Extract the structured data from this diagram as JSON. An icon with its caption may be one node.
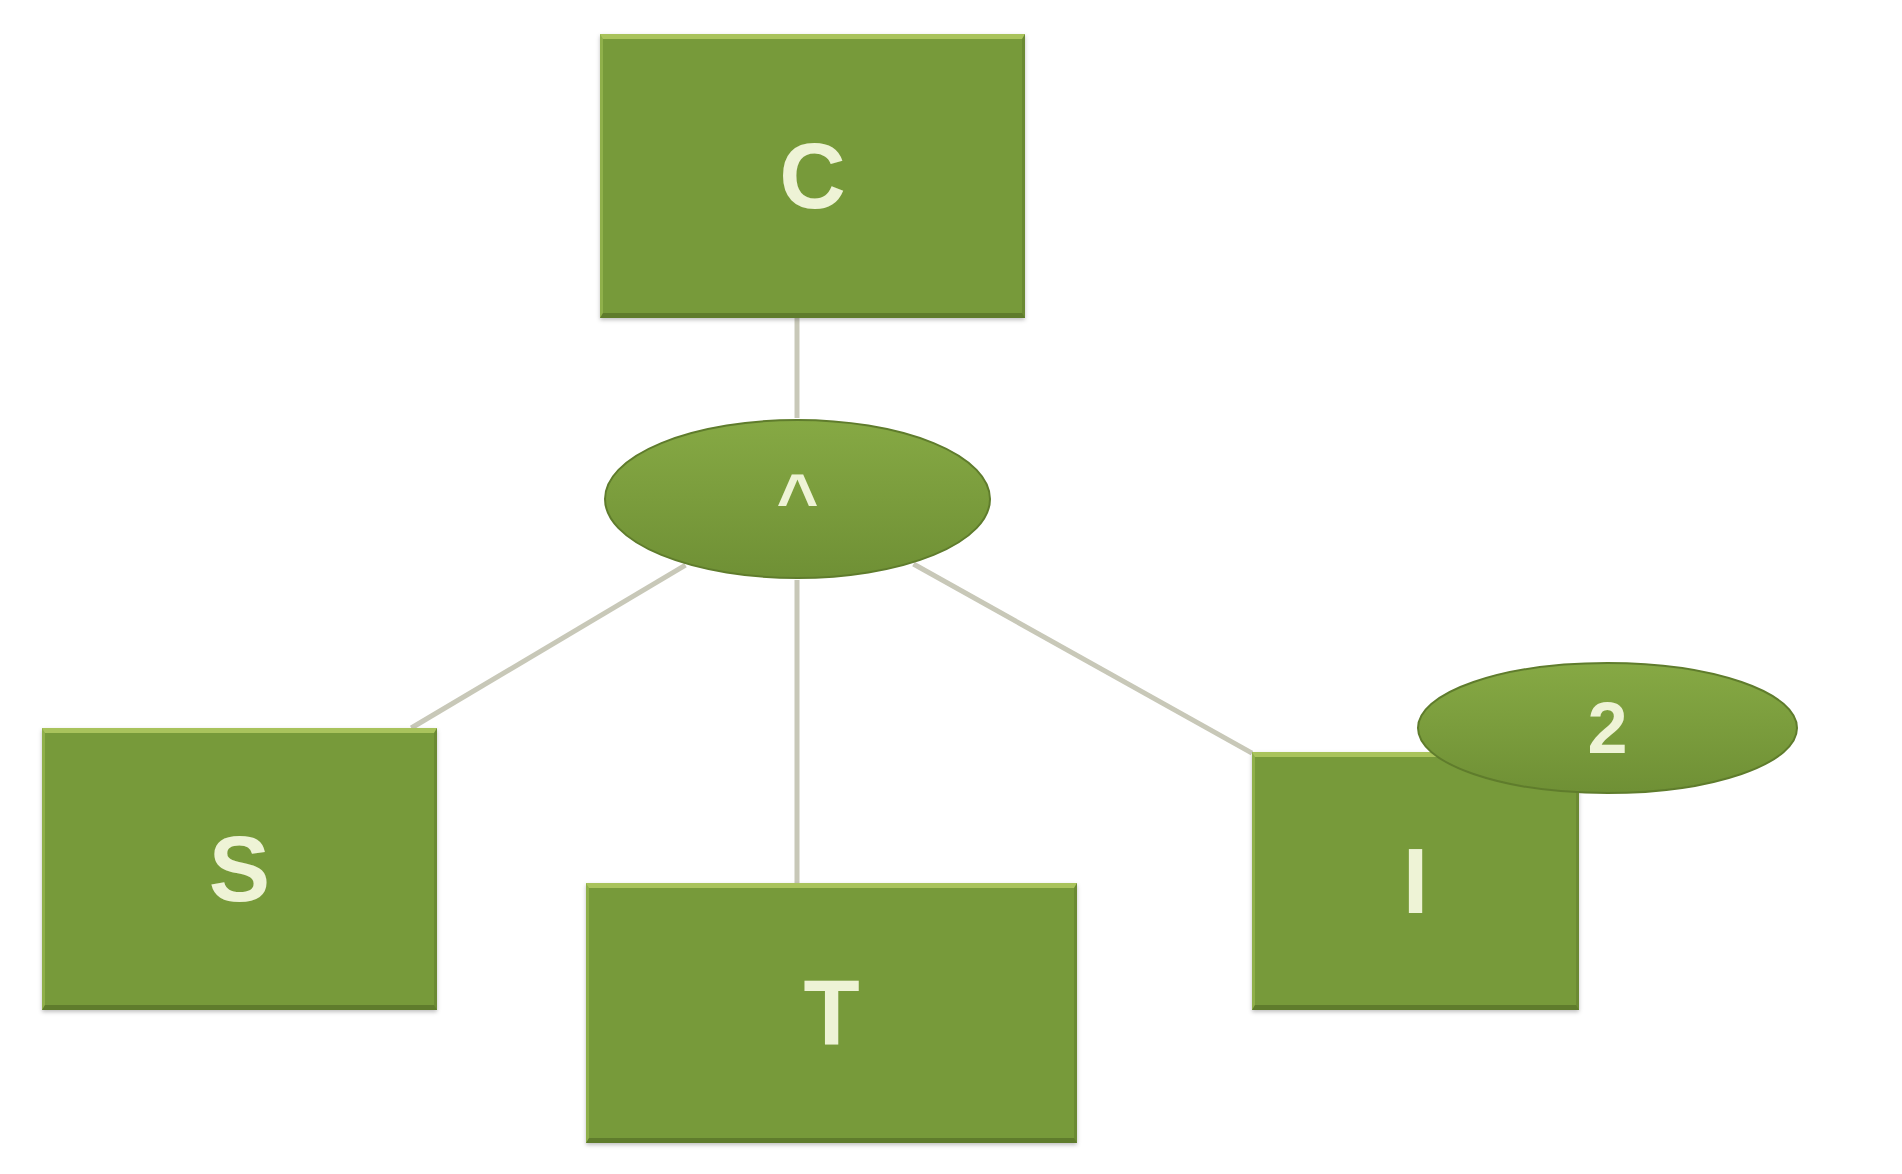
{
  "diagram": {
    "nodes": [
      {
        "text": [
          "C"
        ]
      },
      {
        "text": [
          "^"
        ]
      },
      {
        "text": [
          "S"
        ]
      },
      {
        "text": [
          "T"
        ]
      },
      {
        "text": [
          "I"
        ]
      },
      {
        "text": [
          "2"
        ]
      }
    ],
    "edges": [
      {
        "from": 0,
        "to": 1,
        "arrow": "none"
      },
      {
        "from": 1,
        "to": 2,
        "arrow": "none"
      },
      {
        "from": 1,
        "to": 3,
        "arrow": "none"
      },
      {
        "from": 1,
        "to": 4,
        "arrow": "none"
      }
    ]
  }
}
